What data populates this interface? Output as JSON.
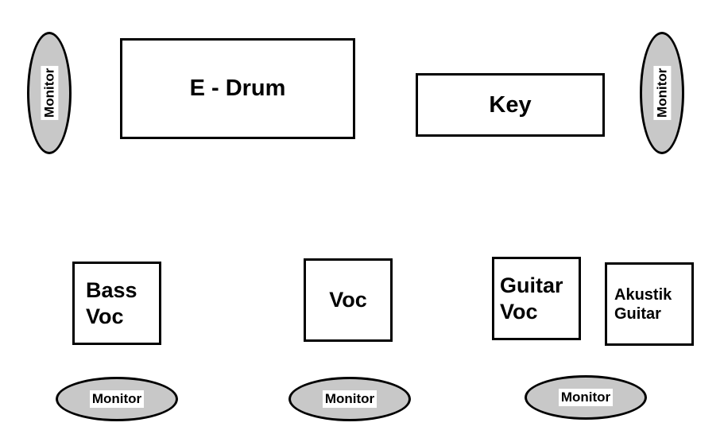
{
  "stage": {
    "instruments": {
      "edrum": "E - Drum",
      "key": "Key",
      "bass_voc": [
        "Bass",
        "Voc"
      ],
      "voc": "Voc",
      "guitar_voc": [
        "Guitar",
        "Voc"
      ],
      "akustik_guitar": [
        "Akustik",
        "Guitar"
      ]
    },
    "monitors": {
      "left": "Monitor",
      "right": "Monitor",
      "bottom_left": "Monitor",
      "bottom_center": "Monitor",
      "bottom_right": "Monitor"
    }
  },
  "colors": {
    "monitor_fill": "#c8c8c8",
    "border": "#000000",
    "background": "#ffffff"
  }
}
